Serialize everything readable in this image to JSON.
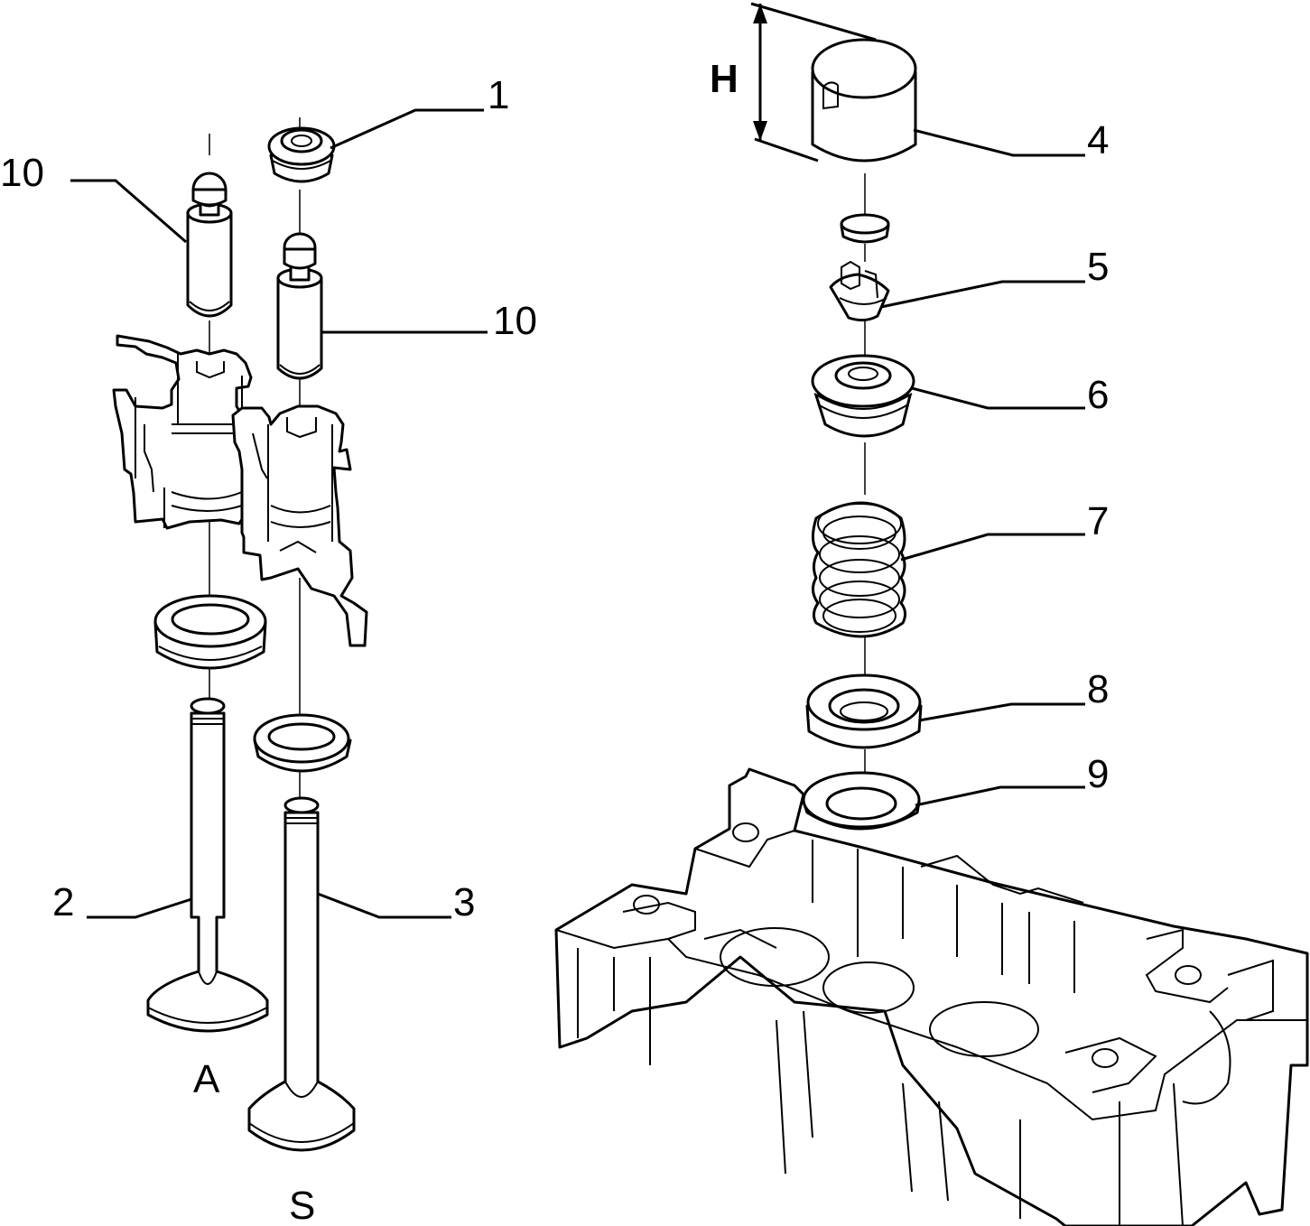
{
  "callouts": {
    "c1": "1",
    "c2": "2",
    "c3": "3",
    "c4": "4",
    "c5": "5",
    "c6": "6",
    "c7": "7",
    "c8": "8",
    "c9": "9",
    "c10_left": "10",
    "c10_right": "10"
  },
  "letters": {
    "intake": "A",
    "exhaust": "S",
    "height": "H"
  }
}
